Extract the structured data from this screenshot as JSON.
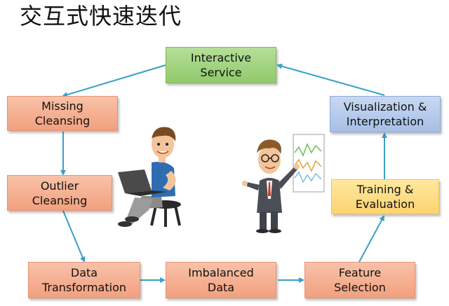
{
  "title": "交互式快速迭代",
  "nodes": {
    "interactive_service": "Interactive\nService",
    "missing_cleansing": "Missing\nCleansing",
    "outlier_cleansing": "Outlier\nCleansing",
    "data_transformation": "Data\nTransformation",
    "imbalanced_data": "Imbalanced\nData",
    "feature_selection": "Feature\nSelection",
    "training_evaluation": "Training &\nEvaluation",
    "visualization_interpretation": "Visualization &\nInterpretation"
  },
  "colors": {
    "arrow": "#3aa0c6",
    "orange_node": "#f4a98a",
    "green_node": "#9fd27c",
    "blue_node": "#b4c9ec",
    "yellow_node": "#fcd97f"
  },
  "illustrations": {
    "left": "person-with-laptop-icon",
    "right": "presenter-with-chart-icon"
  }
}
